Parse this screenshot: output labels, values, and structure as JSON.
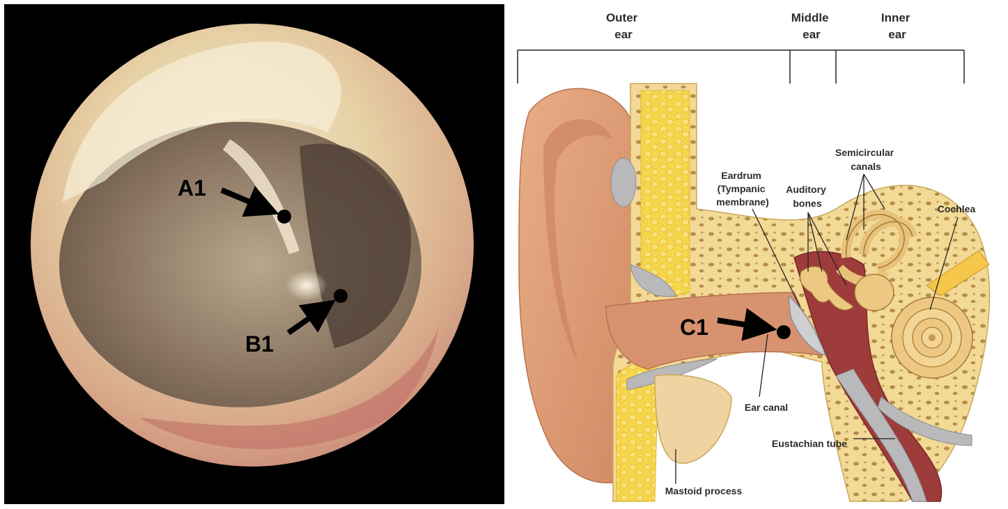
{
  "otoscope_panel": {
    "markers": {
      "a1": "A1",
      "b1": "B1"
    }
  },
  "anatomy_panel": {
    "regions": {
      "outer": [
        "Outer",
        "ear"
      ],
      "middle": [
        "Middle",
        "ear"
      ],
      "inner": [
        "Inner",
        "ear"
      ]
    },
    "labels": {
      "eardrum": [
        "Eardrum",
        "(Tympanic",
        "membrane)"
      ],
      "auditory_bones": [
        "Auditory",
        "bones"
      ],
      "semicircular_canals": [
        "Semicircular",
        "canals"
      ],
      "cochlea": "Cochlea",
      "ear_canal": "Ear canal",
      "eustachian_tube": "Eustachian tube",
      "mastoid_process": "Mastoid process"
    },
    "marker": "C1"
  },
  "colors": {
    "background_left": "#000000",
    "skin": "#e0a07a",
    "bone": "#f3dc96",
    "fat": "#f6d64a",
    "middle_ear_cavity": "#9e3b3b",
    "cartilage": "#b9b9bb"
  }
}
